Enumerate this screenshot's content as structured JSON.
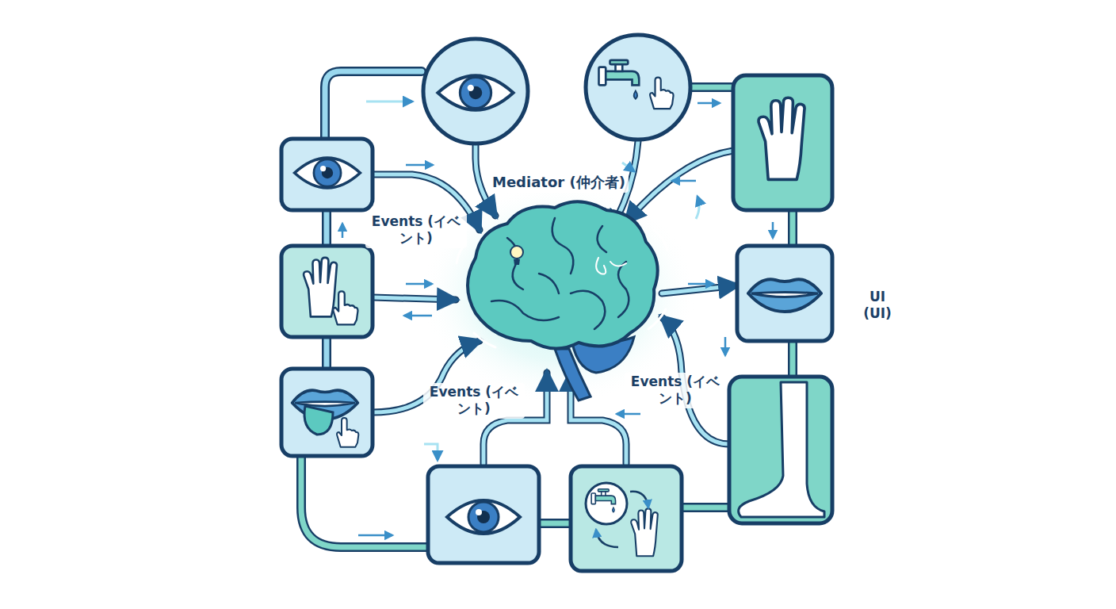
{
  "diagram": {
    "nodes": [
      {
        "text": [
          "Mediator (仲介者)"
        ]
      }
    ],
    "labels": [
      "Events (イベント)",
      "Events (イベント)",
      "Events (イベント)",
      "UI (UI)"
    ]
  }
}
